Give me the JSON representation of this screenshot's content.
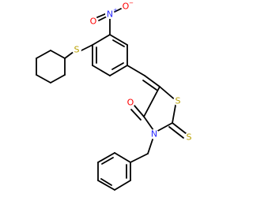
{
  "molecule": {
    "atoms": [
      {
        "id": "S_thioether",
        "label": "S",
        "color": "#b8a000"
      },
      {
        "id": "N_nitro",
        "label": "N",
        "color": "#2a2aff",
        "charge": "+"
      },
      {
        "id": "O_nitro_top",
        "label": "O",
        "color": "#ff0000",
        "charge": "−"
      },
      {
        "id": "O_nitro_left",
        "label": "O",
        "color": "#ff0000"
      },
      {
        "id": "O_carbonyl",
        "label": "O",
        "color": "#ff0000"
      },
      {
        "id": "S_ring",
        "label": "S",
        "color": "#b8a000"
      },
      {
        "id": "N_ring",
        "label": "N",
        "color": "#2a2aff"
      },
      {
        "id": "S_thione",
        "label": "S",
        "color": "#b8a000"
      }
    ]
  }
}
